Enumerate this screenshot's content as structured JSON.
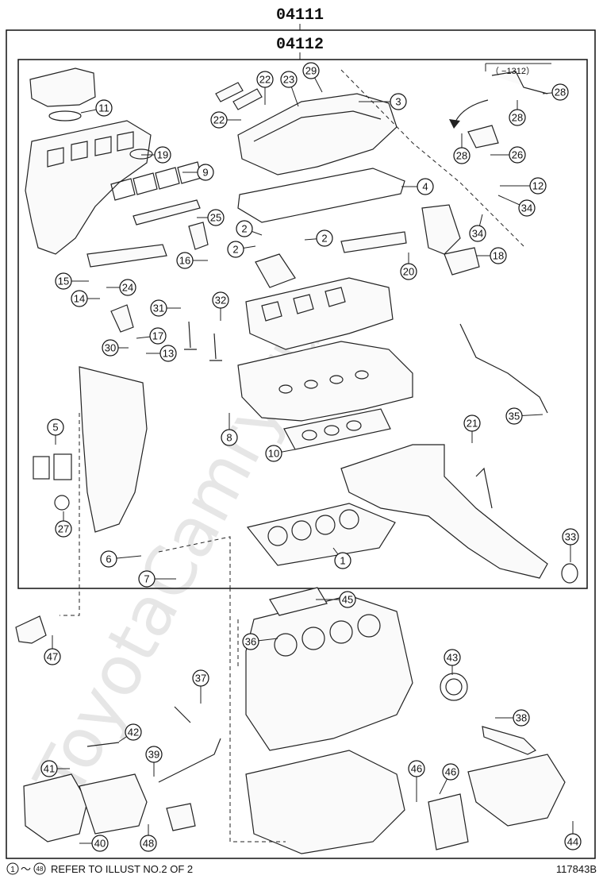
{
  "header": {
    "top_code": "04111",
    "sub_code": "04112"
  },
  "revision_note": "（ −1312）",
  "watermark": "ToyotaCamry.ru",
  "callouts": [
    {
      "id": "c1",
      "label": "1"
    },
    {
      "id": "c2a",
      "label": "2"
    },
    {
      "id": "c2b",
      "label": "2"
    },
    {
      "id": "c2c",
      "label": "2"
    },
    {
      "id": "c3",
      "label": "3"
    },
    {
      "id": "c4",
      "label": "4"
    },
    {
      "id": "c5",
      "label": "5"
    },
    {
      "id": "c6",
      "label": "6"
    },
    {
      "id": "c7",
      "label": "7"
    },
    {
      "id": "c8",
      "label": "8"
    },
    {
      "id": "c9",
      "label": "9"
    },
    {
      "id": "c10",
      "label": "10"
    },
    {
      "id": "c11",
      "label": "11"
    },
    {
      "id": "c12",
      "label": "12"
    },
    {
      "id": "c13",
      "label": "13"
    },
    {
      "id": "c14",
      "label": "14"
    },
    {
      "id": "c15",
      "label": "15"
    },
    {
      "id": "c16",
      "label": "16"
    },
    {
      "id": "c17",
      "label": "17"
    },
    {
      "id": "c18",
      "label": "18"
    },
    {
      "id": "c19",
      "label": "19"
    },
    {
      "id": "c20",
      "label": "20"
    },
    {
      "id": "c21",
      "label": "21"
    },
    {
      "id": "c22a",
      "label": "22"
    },
    {
      "id": "c22b",
      "label": "22"
    },
    {
      "id": "c23",
      "label": "23"
    },
    {
      "id": "c24",
      "label": "24"
    },
    {
      "id": "c25",
      "label": "25"
    },
    {
      "id": "c26",
      "label": "26"
    },
    {
      "id": "c27",
      "label": "27"
    },
    {
      "id": "c28a",
      "label": "28"
    },
    {
      "id": "c28b",
      "label": "28"
    },
    {
      "id": "c28c",
      "label": "28"
    },
    {
      "id": "c29",
      "label": "29"
    },
    {
      "id": "c30",
      "label": "30"
    },
    {
      "id": "c31",
      "label": "31"
    },
    {
      "id": "c32",
      "label": "32"
    },
    {
      "id": "c33",
      "label": "33"
    },
    {
      "id": "c34a",
      "label": "34"
    },
    {
      "id": "c34b",
      "label": "34"
    },
    {
      "id": "c35",
      "label": "35"
    },
    {
      "id": "c36",
      "label": "36"
    },
    {
      "id": "c37",
      "label": "37"
    },
    {
      "id": "c38",
      "label": "38"
    },
    {
      "id": "c39",
      "label": "39"
    },
    {
      "id": "c40",
      "label": "40"
    },
    {
      "id": "c41",
      "label": "41"
    },
    {
      "id": "c42",
      "label": "42"
    },
    {
      "id": "c43",
      "label": "43"
    },
    {
      "id": "c44",
      "label": "44"
    },
    {
      "id": "c45",
      "label": "45"
    },
    {
      "id": "c46a",
      "label": "46"
    },
    {
      "id": "c46b",
      "label": "46"
    },
    {
      "id": "c47",
      "label": "47"
    },
    {
      "id": "c48",
      "label": "48"
    }
  ],
  "footer": {
    "range_start": "1",
    "tilde": "～",
    "range_end": "48",
    "note": "REFER TO ILLUST NO.2 OF 2",
    "figure_id": "117843B"
  }
}
